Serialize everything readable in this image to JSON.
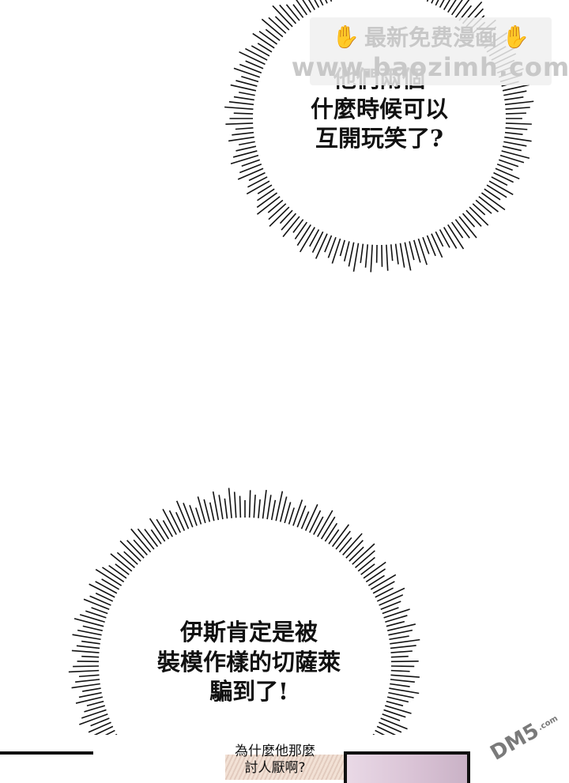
{
  "bubbles": {
    "upper": "他們兩個\n什麼時候可以\n互開玩笑了?",
    "lower": "伊斯肯定是被\n裝模作樣的切薩萊\n騙到了!",
    "small": "為什麼他那麼\n討人厭啊?"
  },
  "watermark": {
    "line1": "最新免费漫画",
    "line2": "www.baozimh.com",
    "icon": "pointing-hand-icon"
  },
  "logo": {
    "text": "DM5",
    "suffix": ".com"
  },
  "colors": {
    "ink": "#111111",
    "watermark": "#c8c8c8",
    "hand": "#f5b21a"
  }
}
